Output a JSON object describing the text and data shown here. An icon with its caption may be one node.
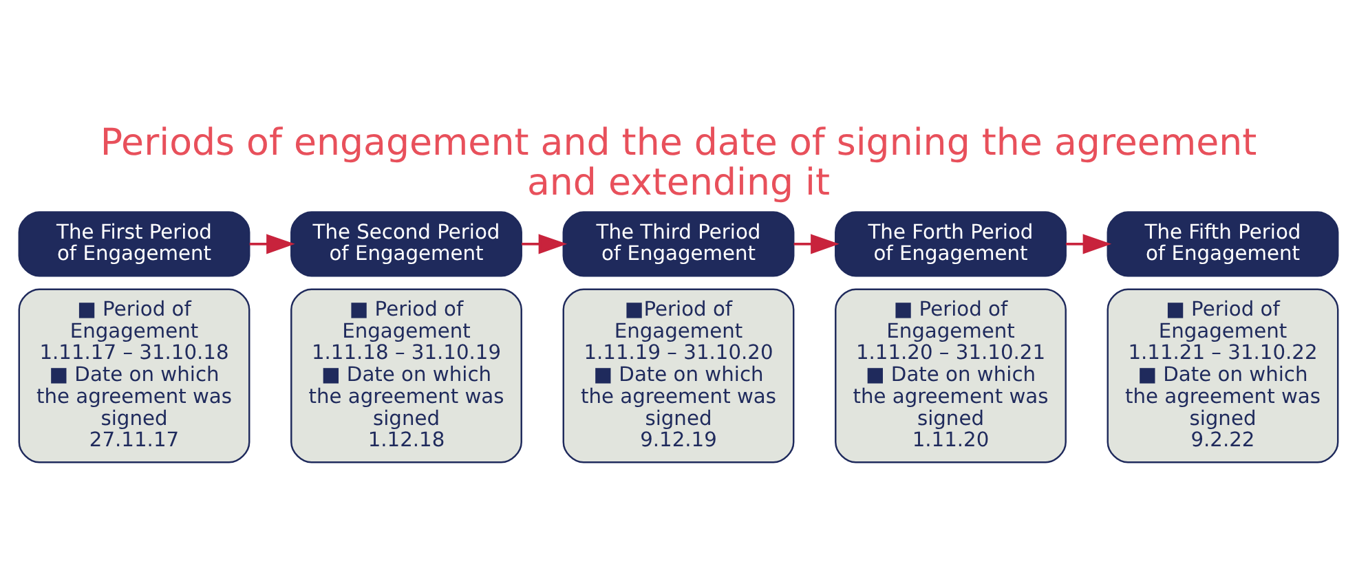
{
  "diagram": {
    "title": "Periods of engagement and the date of signing the agreement and extending it",
    "nodes": [
      {
        "text": [
          "The First Period of Engagement"
        ]
      },
      {
        "text": [
          "■ Period of Engagement",
          "1.11.17 – 31.10.18",
          "■ Date on which the agreement was signed",
          "27.11.17"
        ]
      },
      {
        "text": [
          "The Second Period of Engagement"
        ]
      },
      {
        "text": [
          "■ Period of Engagement",
          "1.11.18 – 31.10.19",
          "■ Date on which the agreement was signed",
          "1.12.18"
        ]
      },
      {
        "text": [
          "The Third Period of Engagement"
        ]
      },
      {
        "text": [
          "■Period of Engagement",
          "1.11.19 – 31.10.20",
          "■ Date on which the agreement was signed",
          "9.12.19"
        ]
      },
      {
        "text": [
          "The Forth Period of Engagement"
        ]
      },
      {
        "text": [
          "■ Period of Engagement",
          "1.11.20 – 31.10.21",
          "■ Date on which the agreement was signed",
          "1.11.20"
        ]
      },
      {
        "text": [
          "The Fifth Period of Engagement"
        ]
      },
      {
        "text": [
          "■ Period of Engagement",
          "1.11.21 – 31.10.22",
          "■ Date on which the agreement was signed",
          "9.2.22"
        ]
      }
    ],
    "edges": [
      {
        "from": 0,
        "to": 2,
        "arrow": "to"
      },
      {
        "from": 2,
        "to": 4,
        "arrow": "to"
      },
      {
        "from": 4,
        "to": 6,
        "arrow": "to"
      },
      {
        "from": 6,
        "to": 8,
        "arrow": "to"
      }
    ]
  }
}
